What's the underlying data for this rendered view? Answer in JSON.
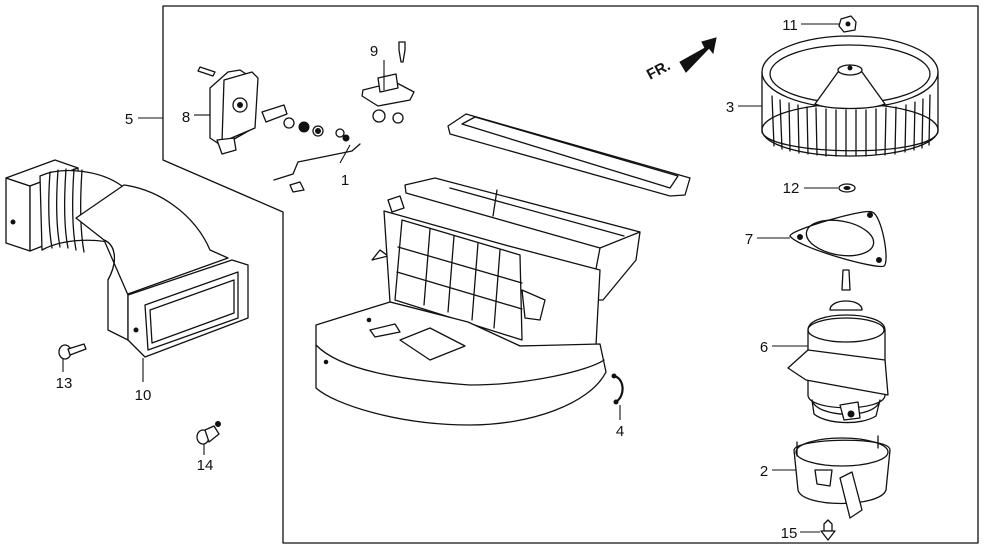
{
  "diagram": {
    "type": "exploded-parts-diagram",
    "subject": "heater blower assembly",
    "direction_indicator": {
      "label": "FR.",
      "icon": "arrow-up-right-icon"
    },
    "callouts": [
      {
        "number": "1",
        "part": "link rod"
      },
      {
        "number": "2",
        "part": "motor retaining band"
      },
      {
        "number": "3",
        "part": "blower fan wheel"
      },
      {
        "number": "4",
        "part": "clip"
      },
      {
        "number": "5",
        "part": "blower assembly"
      },
      {
        "number": "6",
        "part": "blower motor"
      },
      {
        "number": "7",
        "part": "motor seal gasket"
      },
      {
        "number": "8",
        "part": "recirculation control motor"
      },
      {
        "number": "9",
        "part": "resistor"
      },
      {
        "number": "10",
        "part": "air duct"
      },
      {
        "number": "11",
        "part": "nut"
      },
      {
        "number": "12",
        "part": "washer"
      },
      {
        "number": "13",
        "part": "screw"
      },
      {
        "number": "14",
        "part": "clip"
      },
      {
        "number": "15",
        "part": "screw"
      }
    ]
  }
}
